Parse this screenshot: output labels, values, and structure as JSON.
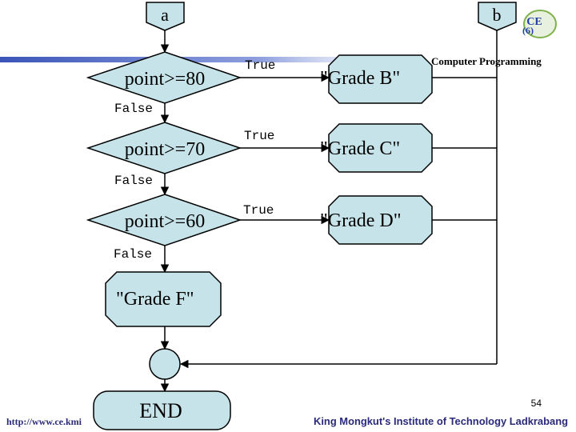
{
  "colors": {
    "shape_fill": "#c5e3e8",
    "stroke": "#000000",
    "header_bar": "#5b6fc0",
    "footer_text": "#2a2a7a",
    "logo_blue": "#1f3fa8",
    "logo_green": "#7fb24a"
  },
  "connectors": {
    "entry": "a",
    "exit": "b"
  },
  "header": {
    "course": "Computer Programming"
  },
  "decisions": [
    {
      "condition": "point>=80",
      "true_label": "True",
      "false_label": "False",
      "result": "\"Grade B\""
    },
    {
      "condition": "point>=70",
      "true_label": "True",
      "false_label": "False",
      "result": "\"Grade C\""
    },
    {
      "condition": "point>=60",
      "true_label": "True",
      "false_label": "False",
      "result": "\"Grade D\""
    }
  ],
  "else_result": "\"Grade F\"",
  "end_label": "END",
  "footer": {
    "url": "http://www.ce.kmi",
    "institute": "King Mongkut's Institute of Technology Ladkrabang",
    "page_number": "54"
  },
  "logo": {
    "text_top": "CE",
    "text_bottom": "(6)"
  }
}
